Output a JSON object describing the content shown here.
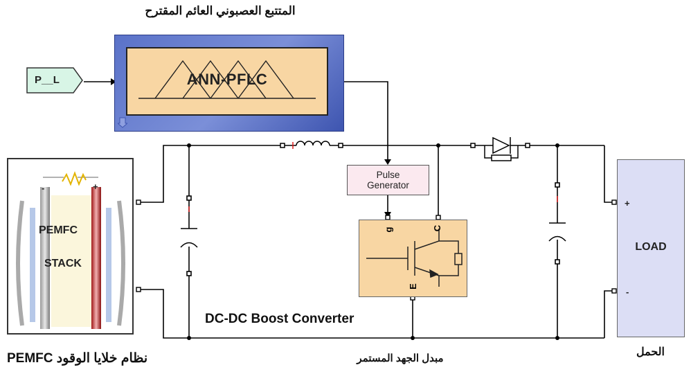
{
  "captions": {
    "ann_title": "المتتبع العصبوني العائم المقترح",
    "fuel_cell_system": "نظام خلايا الوقود PEMFC",
    "converter_arabic": "مبدل الجهد المستمر",
    "load_arabic": "الحمل",
    "converter_english": "DC-DC Boost Converter"
  },
  "blocks": {
    "input_tag": "P__L",
    "controller": "ANN-PFLC",
    "pulse_generator_line1": "Pulse",
    "pulse_generator_line2": "Generator",
    "igbt_port_g": "g",
    "igbt_port_c": "C",
    "igbt_port_e": "E",
    "stack_line1": "PEMFC",
    "stack_line2": "STACK",
    "stack_minus": "-",
    "stack_plus": "+",
    "load": "LOAD",
    "load_plus": "+",
    "load_minus": "-"
  },
  "colors": {
    "controller_fill": "#f8d6a3",
    "subsystem_frame": "#5a72c8",
    "input_tag_fill": "#d8f5e6",
    "pulse_fill": "#fbe9ef",
    "load_fill": "#dcdef5",
    "wire": "#000000",
    "marker_red": "#e02020"
  }
}
